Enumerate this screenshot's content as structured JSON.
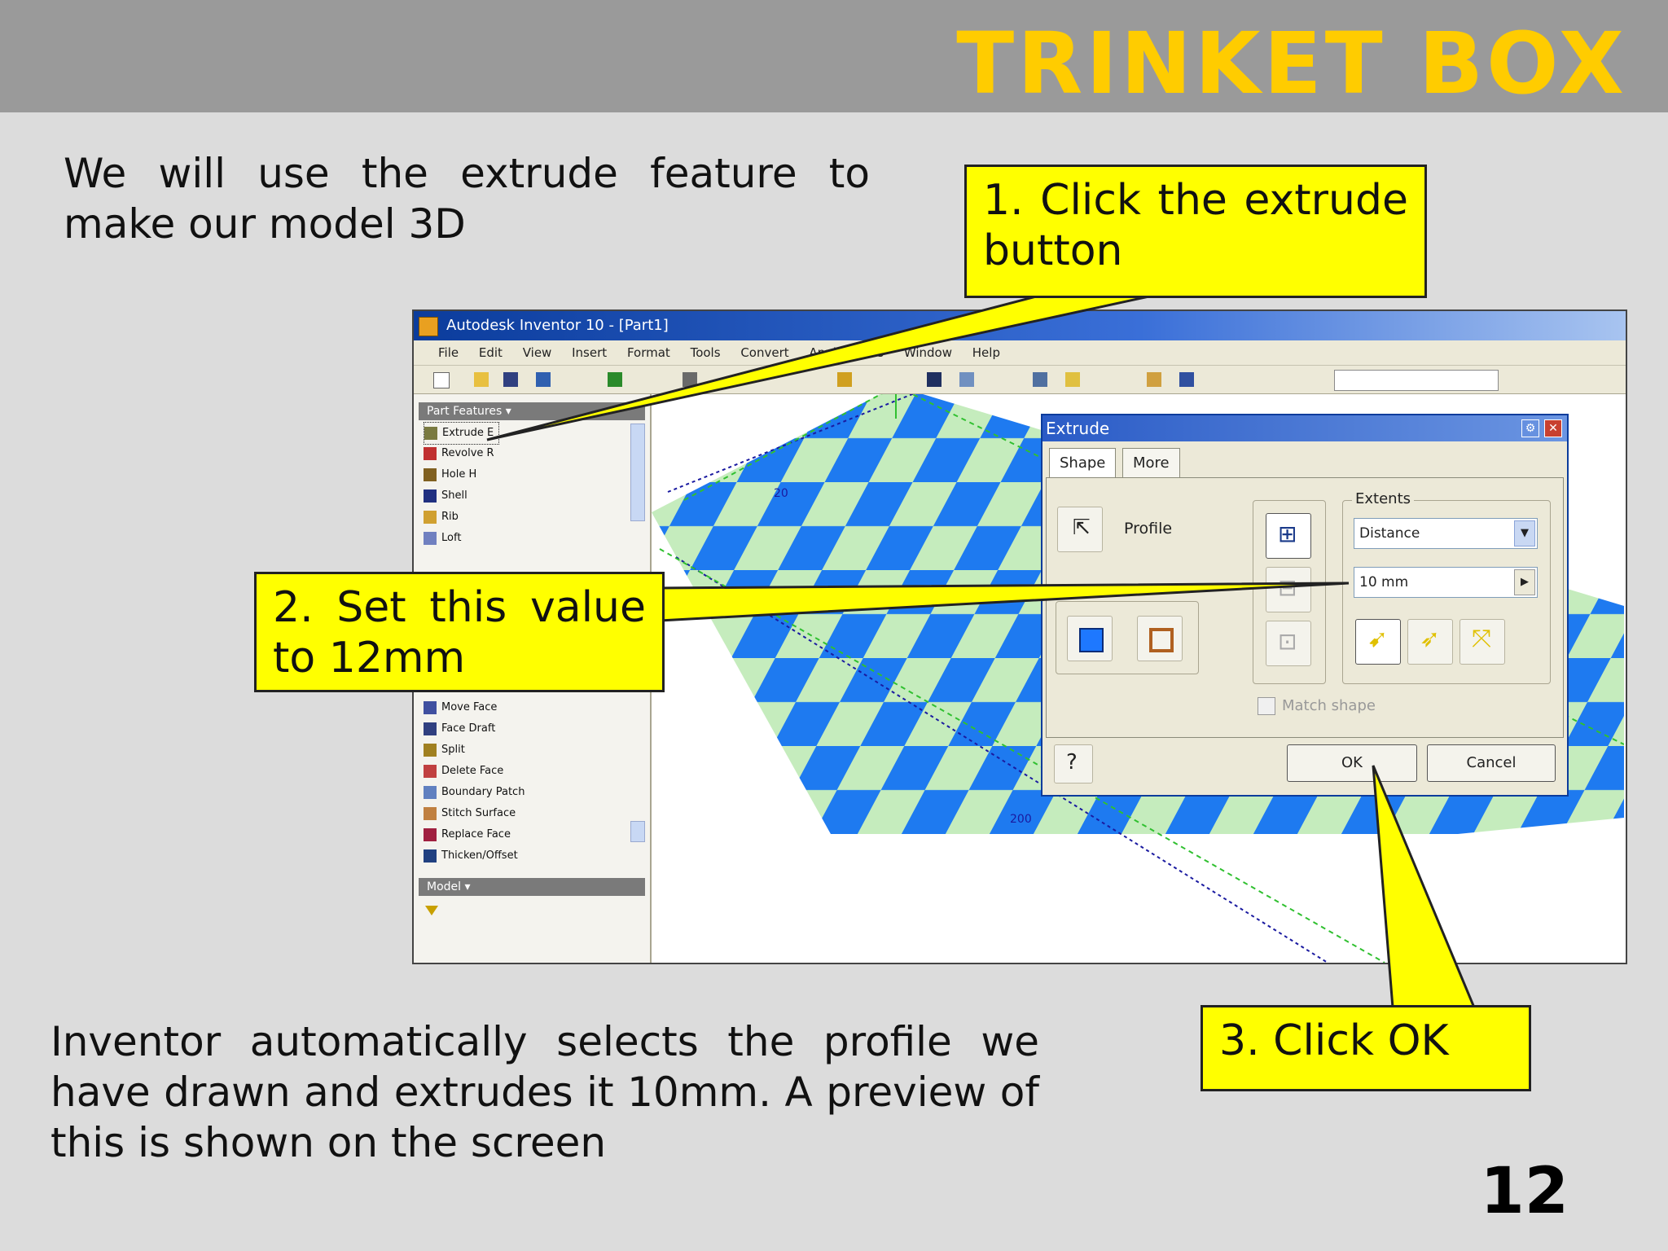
{
  "header": {
    "title": "TRINKET BOX",
    "title_color": "#ffcc00",
    "bg_color": "#9a9a9a"
  },
  "intro_text": "We will use the extrude feature to make our model 3D",
  "bottom_text": "Inventor automatically selects the profile we have drawn and extrudes it 10mm. A preview of this is shown on the screen",
  "page_number": "12",
  "callouts": {
    "step1": "1. Click the extrude button",
    "step2": "2. Set this value to 12mm",
    "step3": "3. Click OK",
    "color": "#ffff00"
  },
  "app": {
    "window_title": "Autodesk Inventor 10 - [Part1]",
    "menu_items": [
      "File",
      "Edit",
      "View",
      "Insert",
      "Format",
      "Tools",
      "Convert",
      "Applications",
      "Window",
      "Help"
    ],
    "panel_header": "Part Features ▾",
    "panel_items": [
      "Extrude E",
      "Revolve R",
      "Hole H",
      "Shell",
      "Rib",
      "Loft",
      "Move Face",
      "Face Draft",
      "Split",
      "Delete Face",
      "Boundary Patch",
      "Stitch Surface",
      "Replace Face",
      "Thicken/Offset"
    ],
    "model_header": "Model ▾",
    "dim_labels": [
      "20",
      "200"
    ]
  },
  "dialog": {
    "title": "Extrude",
    "tabs": [
      "Shape",
      "More"
    ],
    "profile_label": "Profile",
    "extents_label": "Extents",
    "extents_value": "Distance",
    "distance_value": "10 mm",
    "match_shape_label": "Match shape",
    "ok_label": "OK",
    "cancel_label": "Cancel"
  },
  "checker": {
    "color_a": "#1e7af0",
    "color_b": "#c5ecbd"
  }
}
